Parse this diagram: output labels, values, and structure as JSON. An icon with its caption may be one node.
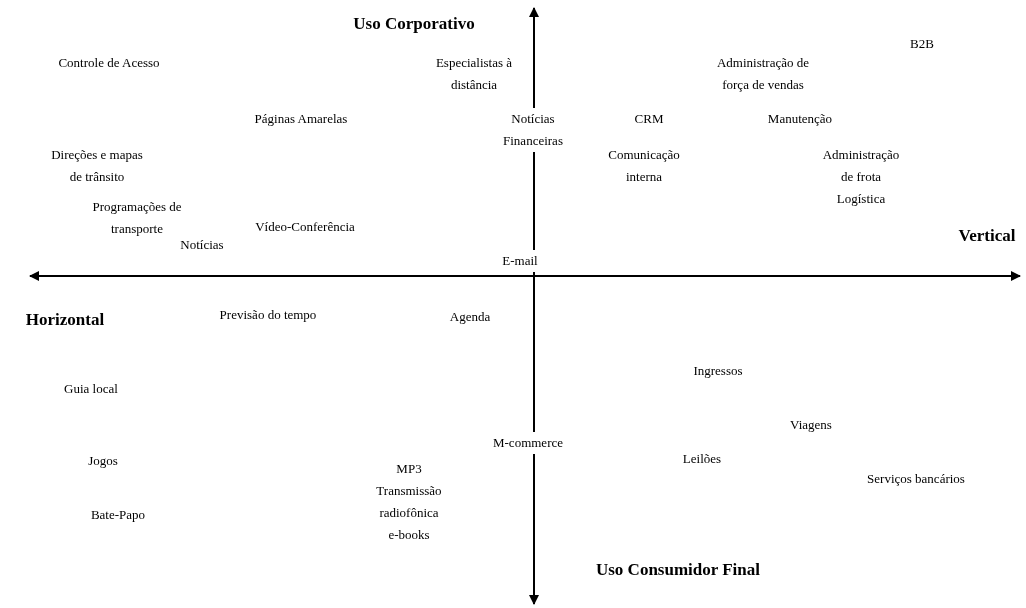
{
  "diagram": {
    "labels": [
      "Uso Corporativo",
      "Controle de Acesso",
      "Especialistas à distância",
      "Administração de força de vendas",
      "B2B",
      "Páginas Amarelas",
      "Notícias Financeiras",
      "CRM",
      "Manutenção",
      "Direções e mapas de trânsito",
      "Comunicação interna",
      "Administração de frota Logística",
      "Programações de transporte",
      "Vídeo-Conferência",
      "Notícias",
      "Vertical",
      "E-mail",
      "Horizontal",
      "Previsão do tempo",
      "Agenda",
      "Ingressos",
      "Guia local",
      "Viagens",
      "M-commerce",
      "Jogos",
      "Leilões",
      "MP3",
      "Transmissão radiofônica",
      "Serviços bancários",
      "Bate-Papo",
      "e-books",
      "Uso Consumidor Final"
    ]
  }
}
